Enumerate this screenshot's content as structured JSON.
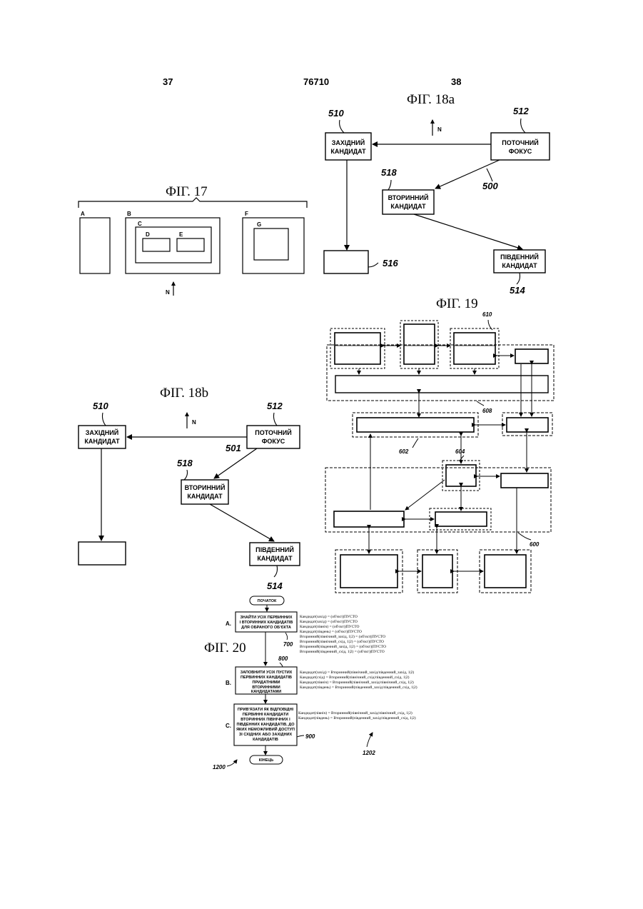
{
  "header": {
    "left_page": "37",
    "doc_number": "76710",
    "right_page": "38"
  },
  "fig17": {
    "title": "ФІГ. 17",
    "labels": [
      "A",
      "B",
      "C",
      "D",
      "E",
      "F",
      "G"
    ],
    "north": "N"
  },
  "fig18a": {
    "title": "ФІГ. 18a",
    "west_candidate": [
      "ЗАХІДНИЙ",
      "КАНДИДАТ"
    ],
    "current_focus": [
      "ПОТОЧНИЙ",
      "ФОКУС"
    ],
    "secondary_candidate": [
      "ВТОРИННИЙ",
      "КАНДИДАТ"
    ],
    "south_candidate": [
      "ПІВДЕННИЙ",
      "КАНДИДАТ"
    ],
    "refs": {
      "west": "510",
      "focus": "512",
      "secondary": "518",
      "path": "500",
      "empty": "516",
      "south": "514"
    },
    "north": "N"
  },
  "fig18b": {
    "title": "ФІГ. 18b",
    "west_candidate": [
      "ЗАХІДНИЙ",
      "КАНДИДАТ"
    ],
    "current_focus": [
      "ПОТОЧНИЙ",
      "ФОКУС"
    ],
    "secondary_candidate": [
      "ВТОРИННИЙ",
      "КАНДИДАТ"
    ],
    "south_candidate": [
      "ПІВДЕННИЙ",
      "КАНДИДАТ"
    ],
    "refs": {
      "west": "510",
      "focus": "512",
      "secondary": "518",
      "path": "501",
      "south": "514"
    },
    "north": "N"
  },
  "fig19": {
    "title": "ФІГ. 19",
    "refs": {
      "r610": "610",
      "r608": "608",
      "r602": "602",
      "r604": "604",
      "r600": "600"
    }
  },
  "fig20": {
    "title": "ФІГ. 20",
    "start": "ПОЧАТОК",
    "end": "КІНЕЦЬ",
    "step_a": {
      "letter": "A.",
      "text": [
        "ЗНАЙТИ УСІХ ПЕРВИННИХ",
        "І ВТОРИННИХ КАНДИДАТІВ",
        "ДЛЯ ОБРАНОГО ОБ'ЄКТА"
      ],
      "ref": "700",
      "notes": [
        "Кандидат(захід) = (об'єкт)|ПУСТО",
        "Кандидат(захід) = (об'єкт)|ПУСТО",
        "Кандидат(північ) = (об'єкт)|ПУСТО",
        "Кандидат(південь) = (об'єкт)|ПУСТО",
        "Вторинний(північний_захід, 1|2) = (об'єкт)|ПУСТО",
        "Вторинний(північний_схід, 1|2) = (об'єкт)|ПУСТО",
        "Вторинний(південний_захід, 1|2) = (об'єкт)|ПУСТО",
        "Вторинний(південний_схід, 1|2) = (об'єкт)|ПУСТО"
      ]
    },
    "step_b": {
      "letter": "B.",
      "text": [
        "ЗАПОВНИТИ УСІХ ПУСТИХ",
        "ПЕРВИННИХ КАНДИДАТІВ",
        "ПРИДАТНИМИ",
        "ВТОРИННИМИ",
        "КАНДИДАТАМИ"
      ],
      "ref": "800",
      "notes": [
        "Кандидат(захід) = Вторинний(північний_захід/південний_захід, 1|2)",
        "Кандидат(схід) = Вторинний(північний_схід/південний_схід, 1|2)",
        "Кандидат(північ) = Вторинний(північний_захід/північний_схід, 1|2)",
        "Кандидат(південь) = Вторинний(південний_захід/південний_схід, 1|2)"
      ]
    },
    "step_c": {
      "letter": "C.",
      "text": [
        "ПРИВ'ЯЗАТИ ЯК ВІДПОВІДНІ",
        "ПЕРВИННІ КАНДИДАТИ",
        "ВТОРИННИХ ПІВНІЧНИХ І",
        "ПІВДЕННИХ КАНДИДАТІВ, ДО",
        "ЯКИХ НЕМОЖЛИВИЙ ДОСТУП",
        "ЗІ СХІДНИХ АБО ЗАХІДНИХ",
        "КАНДИДАТІВ"
      ],
      "ref": "900",
      "notes": [
        "Кандидат(північ) = Вторинний(північний_захід/північний_схід, 1|2)",
        "Кандидат(південь) = Вторинний(південний_захід/південний_схід, 1|2)"
      ]
    },
    "refs": {
      "r1200": "1200",
      "r1202": "1202"
    }
  }
}
